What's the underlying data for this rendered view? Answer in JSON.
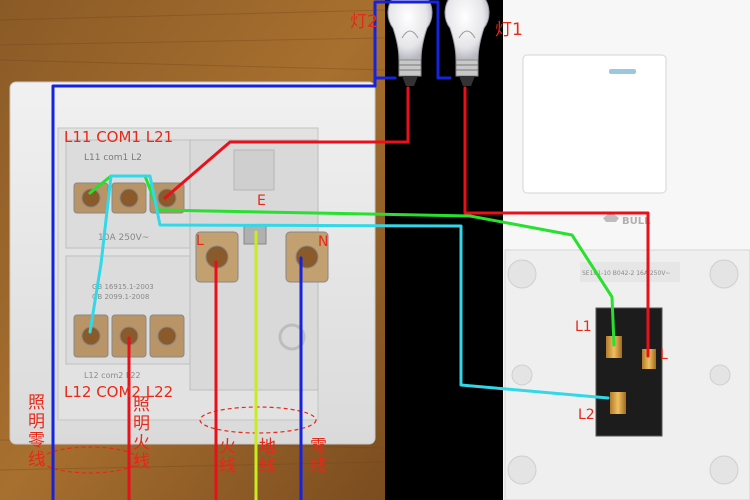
{
  "lamps": {
    "lamp2": "灯2",
    "lamp1": "灯1"
  },
  "socket_terminals": {
    "top_row": "L11 COM1 L21",
    "bottom_row": "L12 COM2 L22",
    "live": "L",
    "earth": "E",
    "neutral": "N",
    "print_top": "L11   com1   L2",
    "print_bottom": "L12   com2   L22",
    "print_rating": "10A 250V~",
    "print_std_1": "GB 16915.1-2003",
    "print_std_2": "GB 2099.1-2008"
  },
  "wire_labels": {
    "lighting_neutral": "照明零线",
    "lighting_live": "照明火线",
    "live": "火线",
    "earth": "地线",
    "neutral": "零线"
  },
  "switch_terminals": {
    "l1": "L1",
    "l": "L",
    "l2": "L2"
  },
  "switch_brand": "BULL",
  "switch_print": "SE101-10 B042-2 16A 250V~",
  "colors": {
    "live_wire": "#e8101a",
    "neutral_wire": "#1522e0",
    "earth_wire": "#c8ec20",
    "traveler_green": "#28e030",
    "traveler_cyan": "#33d8e8",
    "label_red": "#e82818"
  }
}
